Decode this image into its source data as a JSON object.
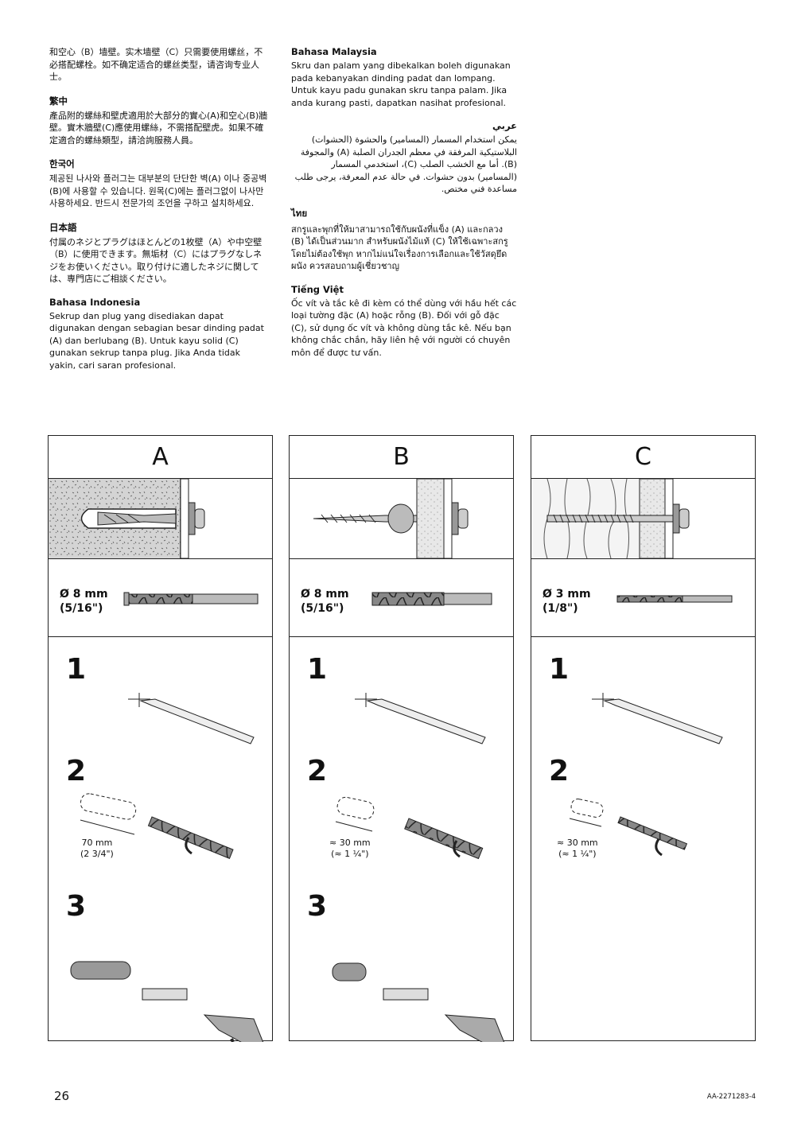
{
  "sections_left": [
    {
      "heading": "",
      "text": "和空心（B）墙壁。实木墙壁（C）只需要使用螺丝，不必搭配螺栓。如不确定适合的螺丝类型，请咨询专业人士。"
    },
    {
      "heading": "繁中",
      "text": "產品附的螺絲和壁虎適用於大部分的實心(A)和空心(B)牆壁。實木牆壁(C)應使用螺絲，不需搭配壁虎。如果不確定適合的螺絲類型，請洽詢服務人員。"
    },
    {
      "heading": "한국어",
      "text": "제공된 나사와 플러그는 대부분의 단단한 벽(A) 이나 중공벽(B)에 사용할 수 있습니다. 원목(C)에는 플러그없이 나사만 사용하세요. 반드시 전문가의 조언을 구하고 설치하세요."
    },
    {
      "heading": "日本語",
      "text": "付属のネジとプラグはほとんどの1枚壁（A）や中空壁（B）に使用できます。無垢材（C）にはプラグなしネジをお使いください。取り付けに適したネジに関しては、専門店にご相談ください。"
    },
    {
      "heading": "Bahasa Indonesia",
      "text": "Sekrup dan plug yang disediakan dapat digunakan dengan sebagian besar dinding padat (A) dan berlubang (B). Untuk kayu solid (C) gunakan sekrup tanpa plug. Jika Anda tidak yakin, cari saran profesional."
    }
  ],
  "sections_right": [
    {
      "heading": "Bahasa Malaysia",
      "text": "Skru dan palam yang dibekalkan boleh digunakan pada kebanyakan dinding padat dan lompang. Untuk kayu padu gunakan skru tanpa palam. Jika anda kurang pasti, dapatkan nasihat profesional."
    },
    {
      "heading": "عربي",
      "text": "يمكن استخدام المسمار (المسامير) والحشوة (الحشوات) البلاستيكية المرفقة في معظم الجدران الصلبة (A) والمجوفة (B). أما مع الخشب الصلب (C)، استخدمي المسمار (المسامير) بدون حشوات. في حالة عدم المعرفة، يرجى طلب مساعدة فني مختص."
    },
    {
      "heading": "ไทย",
      "text": "สกรูและพุกที่ให้มาสามารถใช้กับผนังที่แข็ง (A) และกลวง (B) ได้เป็นส่วนมาก สำหรับผนังไม้แท้ (C) ให้ใช้เฉพาะสกรูโดยไม่ต้องใช้พุก หากไม่แน่ใจเรื่องการเลือกและใช้วัสดุยึดผนัง ควรสอบถามผู้เชี่ยวชาญ"
    },
    {
      "heading": "Tiếng Việt",
      "text": "Ốc vít và tắc kê đi kèm có thể dùng với hầu hết các loại tường đặc (A) hoặc rỗng (B). Đối với gỗ đặc (C), sử dụng ốc vít và không dùng tắc kê. Nếu bạn không chắc chắn, hãy liên hệ với người có chuyên môn để được tư vấn."
    }
  ],
  "panels": [
    {
      "letter": "A",
      "bit_size": "Ø 8 mm",
      "bit_inch": "(5/16\")",
      "depth": "70 mm",
      "depth_inch": "(2 3/4\")"
    },
    {
      "letter": "B",
      "bit_size": "Ø 8 mm",
      "bit_inch": "(5/16\")",
      "depth": "≈ 30 mm",
      "depth_inch": "(≈ 1 ¼\")"
    },
    {
      "letter": "C",
      "bit_size": "Ø 3 mm",
      "bit_inch": "(1/8\")",
      "depth": "≈ 30 mm",
      "depth_inch": "(≈ 1 ¼\")"
    }
  ],
  "steps": [
    "1",
    "2",
    "3"
  ],
  "footer": {
    "page": "26",
    "code": "AA-2271283-4"
  }
}
